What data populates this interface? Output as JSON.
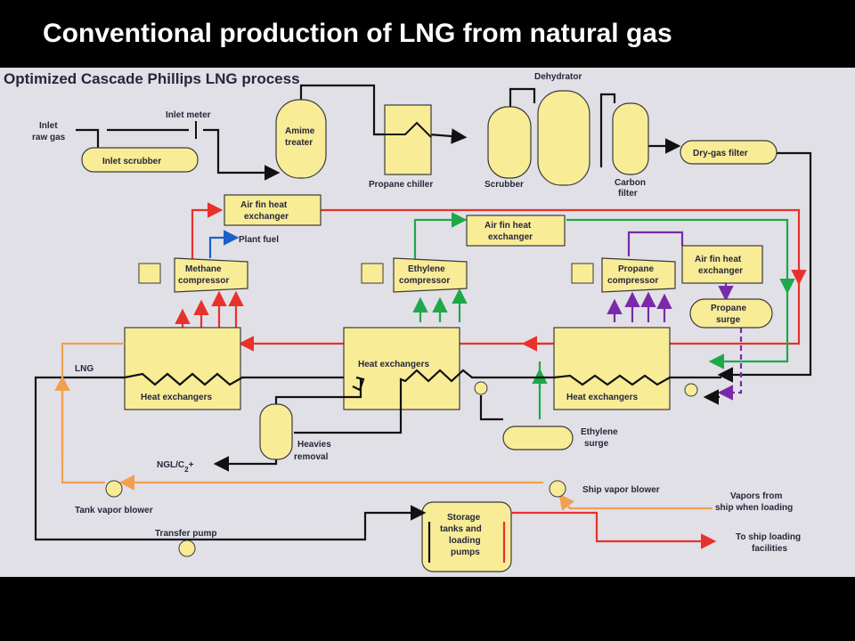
{
  "title": "Conventional production of LNG from natural gas",
  "diagram": {
    "heading": "Optimized Cascade Phillips LNG process",
    "labels": {
      "inlet_raw_gas_1": "Inlet",
      "inlet_raw_gas_2": "raw gas",
      "inlet_meter": "Inlet meter",
      "inlet_scrubber": "Inlet scrubber",
      "amime_treater_1": "Amime",
      "amime_treater_2": "treater",
      "propane_chiller": "Propane chiller",
      "dehydrator": "Dehydrator",
      "scrubber": "Scrubber",
      "carbon_filter_1": "Carbon",
      "carbon_filter_2": "filter",
      "dry_gas_filter": "Dry-gas filter",
      "air_fin_1a": "Air fin heat",
      "air_fin_1b": "exchanger",
      "air_fin_2a": "Air fin heat",
      "air_fin_2b": "exchanger",
      "air_fin_3a": "Air fin heat",
      "air_fin_3b": "exchanger",
      "plant_fuel": "Plant fuel",
      "methane_compressor_1": "Methane",
      "methane_compressor_2": "compressor",
      "ethylene_compressor_1": "Ethylene",
      "ethylene_compressor_2": "compressor",
      "propane_compressor_1": "Propane",
      "propane_compressor_2": "compressor",
      "propane_surge_1": "Propane",
      "propane_surge_2": "surge",
      "heat_exchangers_1": "Heat exchangers",
      "heat_exchangers_2": "Heat exchangers",
      "heat_exchangers_3": "Heat exchangers",
      "lng": "LNG",
      "ethylene_surge_1": "Ethylene",
      "ethylene_surge_2": "surge",
      "heavies_removal_1": "Heavies",
      "heavies_removal_2": "removal",
      "ngl_c2_main": "NGL/C",
      "ngl_c2_sub": "2",
      "ngl_c2_plus": "+",
      "tank_vapor_blower": "Tank vapor blower",
      "ship_vapor_blower": "Ship vapor blower",
      "vapors_from_ship_1": "Vapors from",
      "vapors_from_ship_2": "ship when loading",
      "storage_1": "Storage",
      "storage_2": "tanks and",
      "storage_3": "loading",
      "storage_4": "pumps",
      "transfer_pump": "Transfer pump",
      "to_ship_1": "To ship loading",
      "to_ship_2": "facilities"
    },
    "colors": {
      "background": "#e1e0e7",
      "equipment_fill": "#f8ec97",
      "methane_line": "#e8312a",
      "ethylene_line": "#1ea84a",
      "propane_line": "#7a2aa8",
      "vapor_line": "#f0a050",
      "fuel_line": "#1e5fc8",
      "process_line": "#111111"
    }
  }
}
